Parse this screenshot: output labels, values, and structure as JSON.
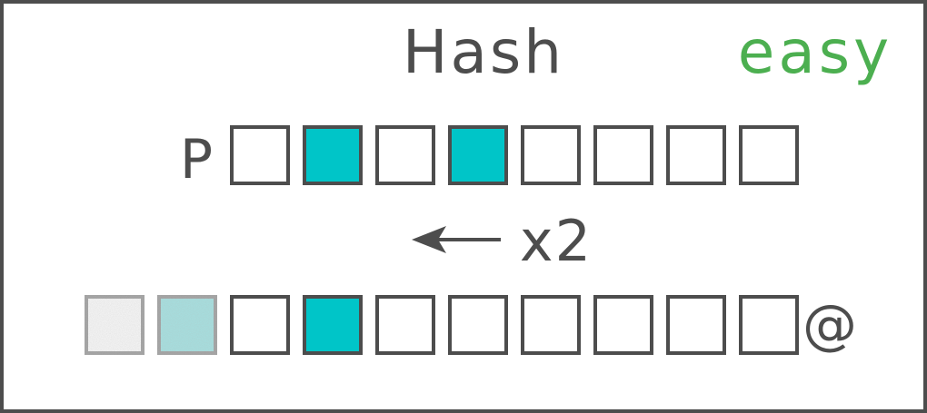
{
  "title": "Hash",
  "difficulty": "easy",
  "colors": {
    "text": "#4d4d4d",
    "difficulty": "#4caf50",
    "filled": "#00c5c8",
    "empty": "#ffffff",
    "border": "#4d4d4d",
    "shifted_out_filled": "#a3e6e6",
    "shifted_out_empty": "#ffffff",
    "shifted_out_border": "#9e9e9e"
  },
  "input_row": {
    "label": "P",
    "cells": [
      0,
      1,
      0,
      1,
      0,
      0,
      0,
      0
    ]
  },
  "operation": {
    "arrow_icon": "arrow-left-icon",
    "label": "x2"
  },
  "output_row": {
    "shifted_out": [
      0,
      1
    ],
    "cells": [
      0,
      1,
      0,
      0,
      0,
      0,
      0,
      0
    ],
    "label": "@"
  }
}
